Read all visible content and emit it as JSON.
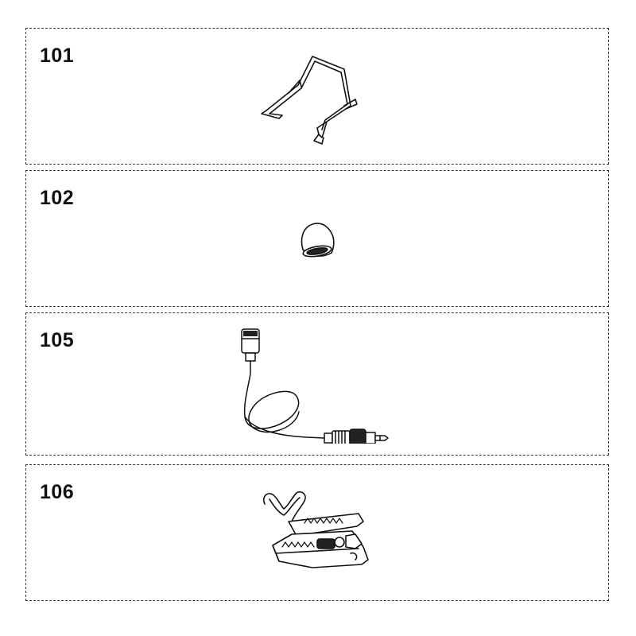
{
  "parts": [
    {
      "number": "101",
      "icon": "wire-clip-holder-icon"
    },
    {
      "number": "102",
      "icon": "foam-windscreen-icon"
    },
    {
      "number": "105",
      "icon": "lavalier-microphone-icon"
    },
    {
      "number": "106",
      "icon": "tie-clip-icon"
    }
  ],
  "colors": {
    "line": "#111111",
    "border": "#333333",
    "fill_dark": "#222222",
    "fill_light": "#ffffff"
  }
}
